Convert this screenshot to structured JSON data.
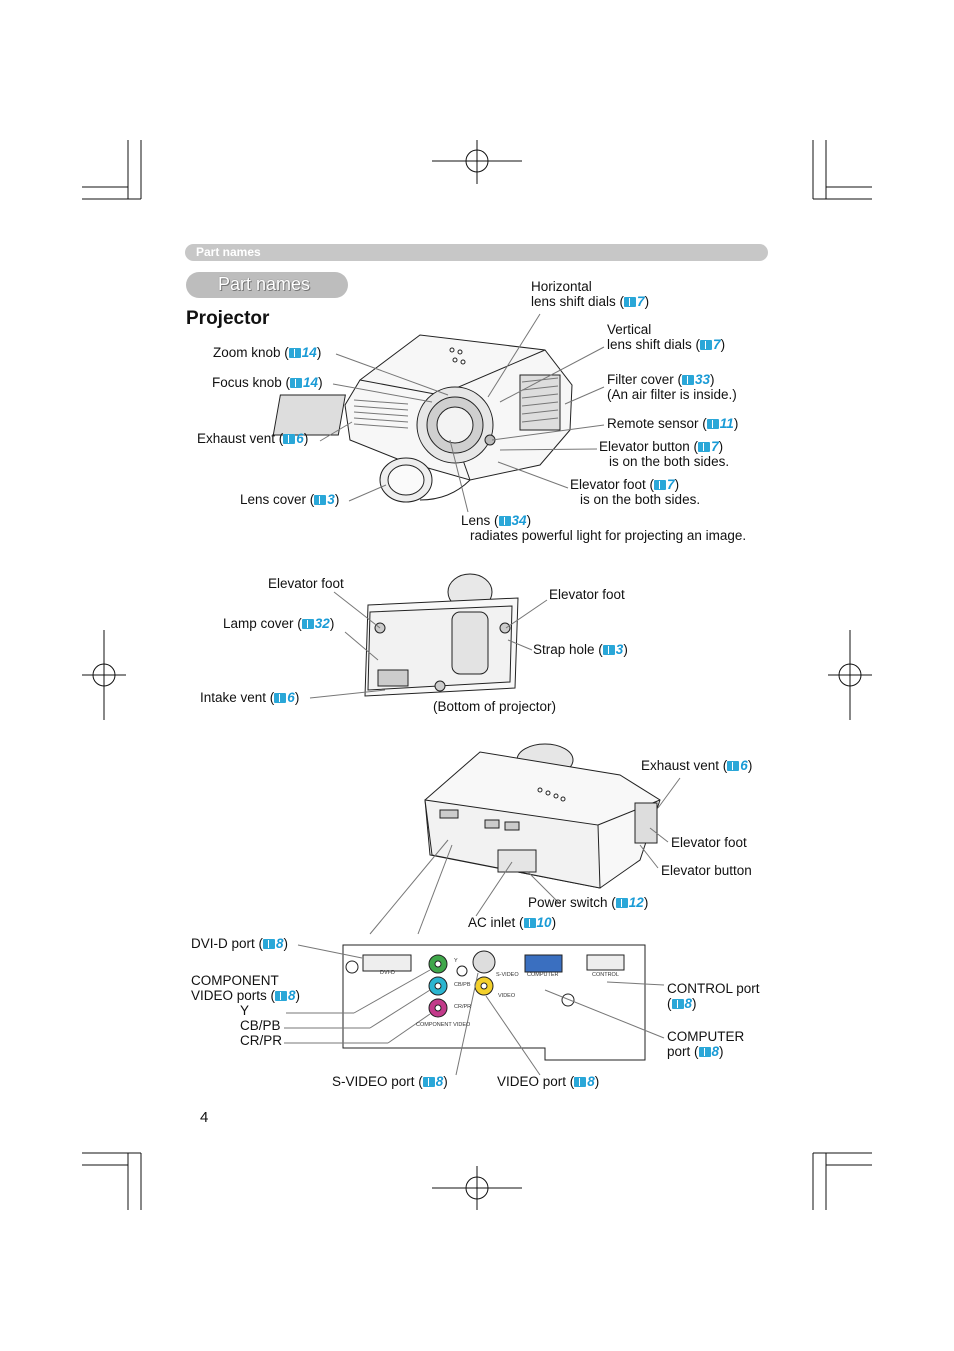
{
  "header": {
    "bar_label": "Part names",
    "section_title": "Part names",
    "heading": "Projector",
    "page_number": "4"
  },
  "front": {
    "horizontal": {
      "line1": "Horizontal",
      "line2": "lens shift dials (",
      "ref": "7",
      "close": ")"
    },
    "vertical": {
      "line1": "Vertical",
      "line2": "lens shift dials (",
      "ref": "7",
      "close": ")"
    },
    "zoom": {
      "text": "Zoom knob (",
      "ref": "14",
      "close": ")"
    },
    "focus": {
      "text": "Focus knob (",
      "ref": "14",
      "close": ")"
    },
    "filter": {
      "text": "Filter cover (",
      "ref": "33",
      "close": ")",
      "line2": "(An air filter is inside.)"
    },
    "exhaust": {
      "text": "Exhaust vent (",
      "ref": "6",
      "close": ")"
    },
    "remote": {
      "text": "Remote sensor (",
      "ref": "11",
      "close": ")"
    },
    "elev_button": {
      "text": "Elevator button (",
      "ref": "7",
      "close": ")",
      "line2": "is on the both sides."
    },
    "elev_foot": {
      "text": "Elevator foot (",
      "ref": "7",
      "close": ")",
      "line2": "is on the both sides."
    },
    "lens_cover": {
      "text": "Lens cover (",
      "ref": "3",
      "close": ")"
    },
    "lens": {
      "text": "Lens (",
      "ref": "34",
      "close": ")",
      "line2": "radiates powerful light for projecting an image."
    }
  },
  "bottom": {
    "elev_foot_left": "Elevator foot",
    "elev_foot_right": "Elevator foot",
    "lamp_cover": {
      "text": "Lamp cover (",
      "ref": "32",
      "close": ")"
    },
    "strap": {
      "text": "Strap hole (",
      "ref": "3",
      "close": ")"
    },
    "intake": {
      "text": "Intake vent (",
      "ref": "6",
      "close": ")"
    },
    "caption": "(Bottom of projector)"
  },
  "rear": {
    "exhaust": {
      "text": "Exhaust vent (",
      "ref": "6",
      "close": ")"
    },
    "elev_foot": "Elevator foot",
    "elev_button": "Elevator button",
    "power": {
      "text": "Power switch (",
      "ref": "12",
      "close": ")"
    },
    "ac": {
      "text": "AC inlet (",
      "ref": "10",
      "close": ")"
    },
    "dvi": {
      "text": "DVI-D port (",
      "ref": "8",
      "close": ")"
    },
    "component": {
      "line1": "COMPONENT",
      "line2": "VIDEO ports (",
      "ref": "8",
      "close": ")",
      "y": "Y",
      "cb": "CB/PB",
      "cr": "CR/PR"
    },
    "control": {
      "line1": "CONTROL port",
      "open": "(",
      "ref": "8",
      "close": ")"
    },
    "computer": {
      "line1": "COMPUTER",
      "line2": "port (",
      "ref": "8",
      "close": ")"
    },
    "svideo": {
      "text": "S-VIDEO port (",
      "ref": "8",
      "close": ")"
    },
    "video": {
      "text": "VIDEO port (",
      "ref": "8",
      "close": ")"
    },
    "panel": {
      "dvi": "DVI-D",
      "y": "Y",
      "cb": "CB/PB",
      "cr": "CR/PR",
      "component": "COMPONENT VIDEO",
      "svideo": "S-VIDEO",
      "video": "VIDEO",
      "computer": "COMPUTER",
      "control": "CONTROL"
    }
  }
}
